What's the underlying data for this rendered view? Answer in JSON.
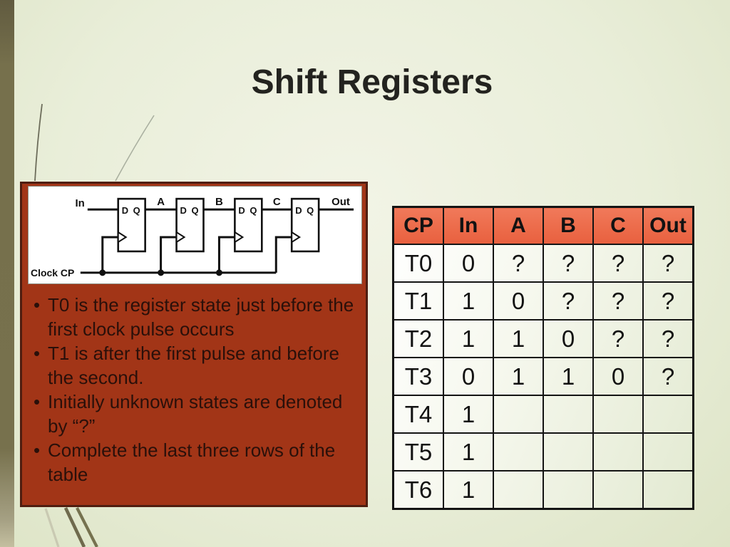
{
  "slide": {
    "title": "Shift Registers"
  },
  "circuit": {
    "labels": {
      "input": "In",
      "tap_a": "A",
      "tap_b": "B",
      "tap_c": "C",
      "output": "Out",
      "clock": "Clock CP",
      "d": "D",
      "q": "Q"
    }
  },
  "notes": {
    "bullet_glyph": "•",
    "bullets": [
      "T0 is the register state just before the first clock pulse occurs",
      "T1 is after the first pulse and before the second.",
      "Initially unknown states are denoted by “?”",
      "Complete the last three rows of the table"
    ]
  },
  "table": {
    "headers": [
      "CP",
      "In",
      "A",
      "B",
      "C",
      "Out"
    ],
    "rows": [
      [
        "T0",
        "0",
        "?",
        "?",
        "?",
        "?"
      ],
      [
        "T1",
        "1",
        "0",
        "?",
        "?",
        "?"
      ],
      [
        "T2",
        "1",
        "1",
        "0",
        "?",
        "?"
      ],
      [
        "T3",
        "0",
        "1",
        "1",
        "0",
        "?"
      ],
      [
        "T4",
        "1",
        "",
        "",
        "",
        ""
      ],
      [
        "T5",
        "1",
        "",
        "",
        "",
        ""
      ],
      [
        "T6",
        "1",
        "",
        "",
        "",
        ""
      ]
    ]
  },
  "colors": {
    "panel_red": "#a23517",
    "panel_border": "#4f1e10",
    "table_header_salmon": "#ec6a49",
    "edge_strip_olive": "#76704c",
    "background_green": "#e9eed9",
    "title_text": "#23231f",
    "bullet_text": "#2a100a"
  }
}
